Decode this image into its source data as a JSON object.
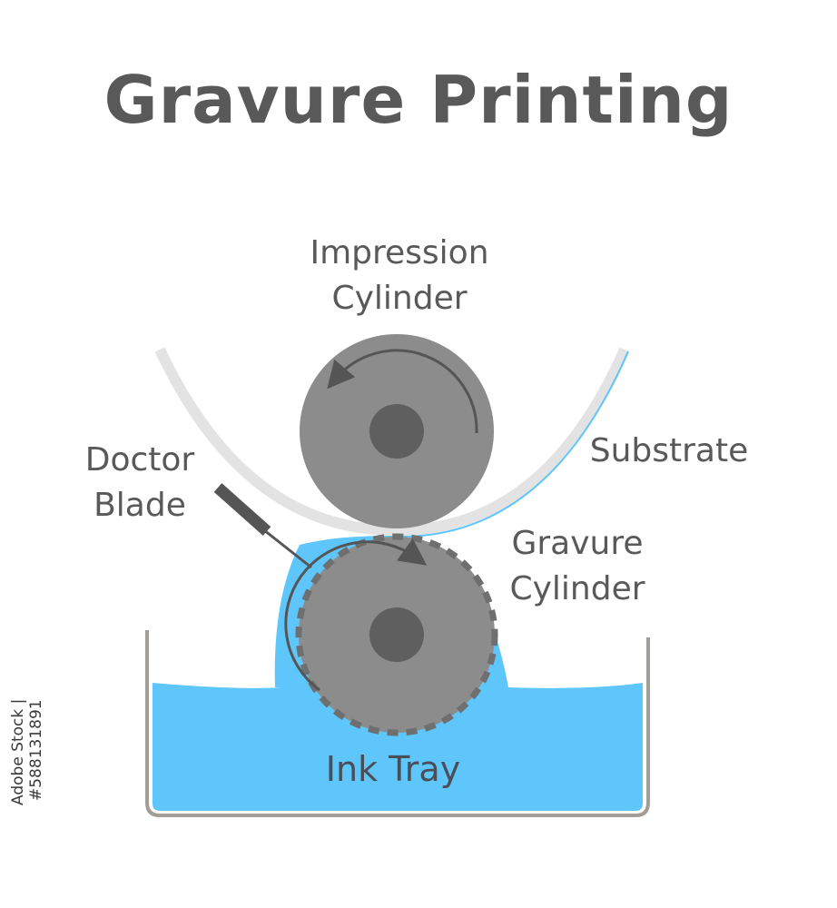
{
  "title": "Gravure Printing",
  "labels": {
    "impression_cylinder": [
      "Impression",
      "Cylinder"
    ],
    "doctor_blade": [
      "Doctor",
      "Blade"
    ],
    "substrate": "Substrate",
    "gravure_cylinder": [
      "Gravure",
      "Cylinder"
    ],
    "ink_tray": "Ink Tray"
  },
  "stock_credit": "Adobe Stock | #588131891",
  "colors": {
    "title": "#595959",
    "cylinder": "#8c8c8c",
    "hub": "#5f5f5f",
    "ink": "#5ec6fb",
    "tray": "#a39d98",
    "substrate": "#e3e3e3",
    "blade": "#555555"
  }
}
